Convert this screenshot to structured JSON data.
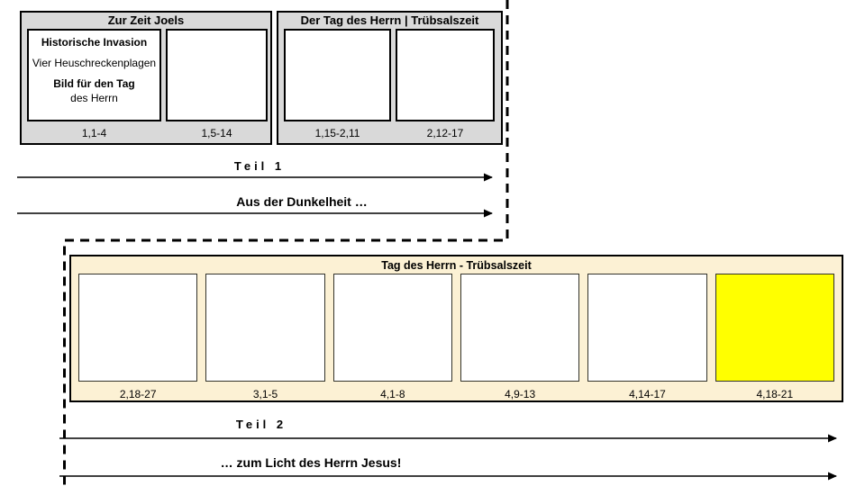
{
  "colors": {
    "panel_gray": "#d9d9d9",
    "panel_cream": "#fcf1d4",
    "highlight_yellow": "#ffff00",
    "line_black": "#000000"
  },
  "top_left_panel": {
    "title": "Zur Zeit Joels",
    "box1": {
      "line1": "Historische Invasion",
      "line2": "Vier Heuschreckenplagen",
      "line3": "Bild für den Tag",
      "line4": "des Herrn",
      "label": "1,1-4"
    },
    "box2": {
      "label": "1,5-14"
    }
  },
  "top_right_panel": {
    "title": "Der Tag des Herrn | Trübsalszeit",
    "box1": {
      "label": "1,15-2,11"
    },
    "box2": {
      "label": "2,12-17"
    }
  },
  "part1": {
    "title": "Teil 1",
    "subtitle": "Aus der Dunkelheit …"
  },
  "bottom_panel": {
    "title": "Tag des Herrn - Trübsalszeit",
    "sections": [
      {
        "label": "2,18-27",
        "highlight": false
      },
      {
        "label": "3,1-5",
        "highlight": false
      },
      {
        "label": "4,1-8",
        "highlight": false
      },
      {
        "label": "4,9-13",
        "highlight": false
      },
      {
        "label": "4,14-17",
        "highlight": false
      },
      {
        "label": "4,18-21",
        "highlight": true
      }
    ]
  },
  "part2": {
    "title": "Teil 2",
    "subtitle": "… zum Licht des Herrn Jesus!"
  }
}
